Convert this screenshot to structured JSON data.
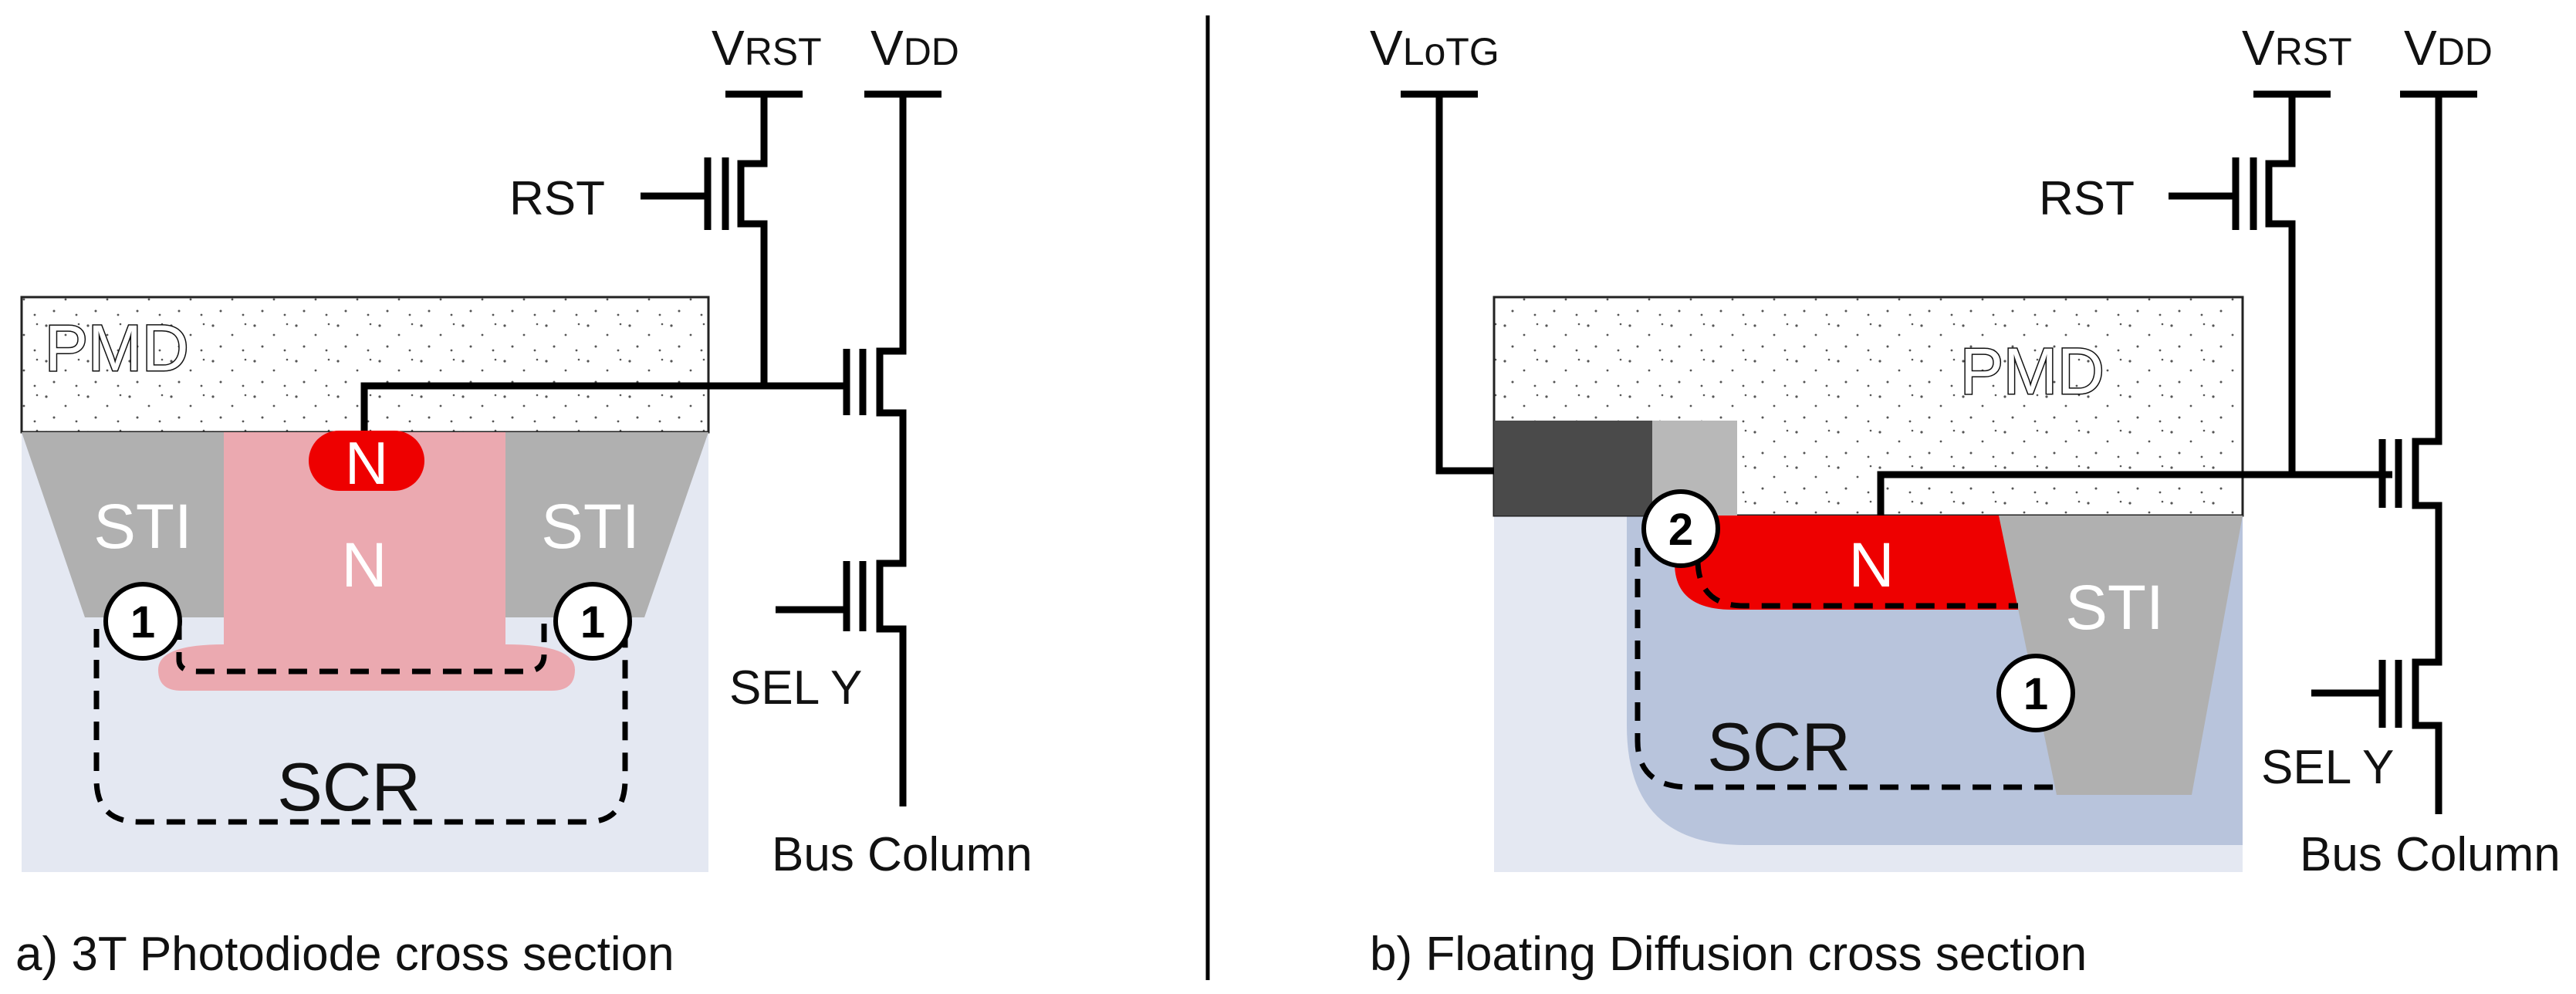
{
  "panel_a": {
    "caption": "a) 3T Photodiode cross section",
    "pmd": "PMD",
    "sti_left": "STI",
    "sti_right": "STI",
    "n_plus": "N",
    "n_well": "N",
    "scr": "SCR",
    "marker_left": "1",
    "marker_right": "1",
    "vrst": {
      "main": "V",
      "sub": "RST"
    },
    "vdd": {
      "main": "V",
      "sub": "DD"
    },
    "rst": "RST",
    "sel": "SEL Y",
    "bus": "Bus Column"
  },
  "panel_b": {
    "caption": "b) Floating Diffusion cross section",
    "pmd": "PMD",
    "sti": "STI",
    "n_region": "N",
    "scr": "SCR",
    "marker_gate": "2",
    "marker_sti": "1",
    "vlotg": {
      "main": "V",
      "sub": "LoTG"
    },
    "vrst": {
      "main": "V",
      "sub": "RST"
    },
    "vdd": {
      "main": "V",
      "sub": "DD"
    },
    "rst": "RST",
    "sel": "SEL Y",
    "bus": "Bus Column"
  },
  "colors": {
    "substrate": "#e4e8f2",
    "sti": "#b0b0b0",
    "n_well": "#eba9b0",
    "n_plus": "#ee0000",
    "scr_region": "#b8c4dc",
    "gate_dark": "#4a4a4a",
    "gate_light": "#b8b8b8",
    "pmd_fill": "#ffffff"
  }
}
